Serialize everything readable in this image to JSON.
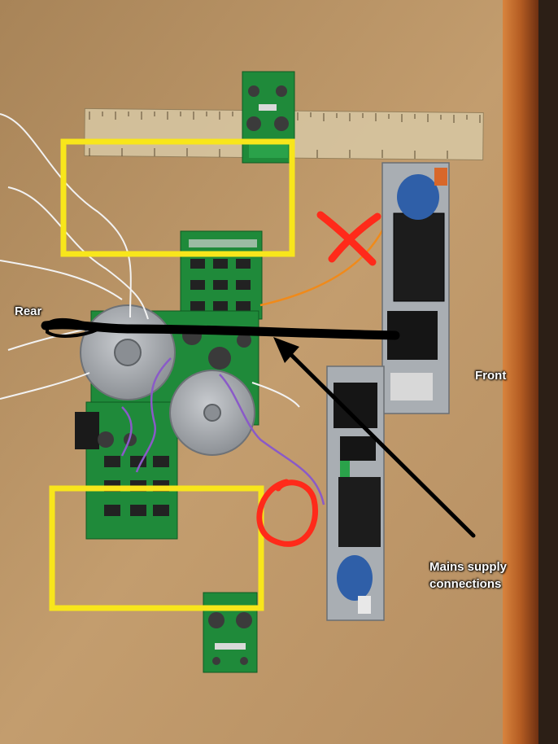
{
  "annotations": {
    "rear": "Rear",
    "front": "Front",
    "mains_line1": "Mains supply",
    "mains_line2": "connections"
  },
  "colors": {
    "board": "#c19a6b",
    "board_edge": "#b86a2c",
    "pcb": "#1f8a3a",
    "highlight_box": "#f8e61b",
    "cross_mark": "#ff2a1a",
    "arrow": "#000000"
  }
}
